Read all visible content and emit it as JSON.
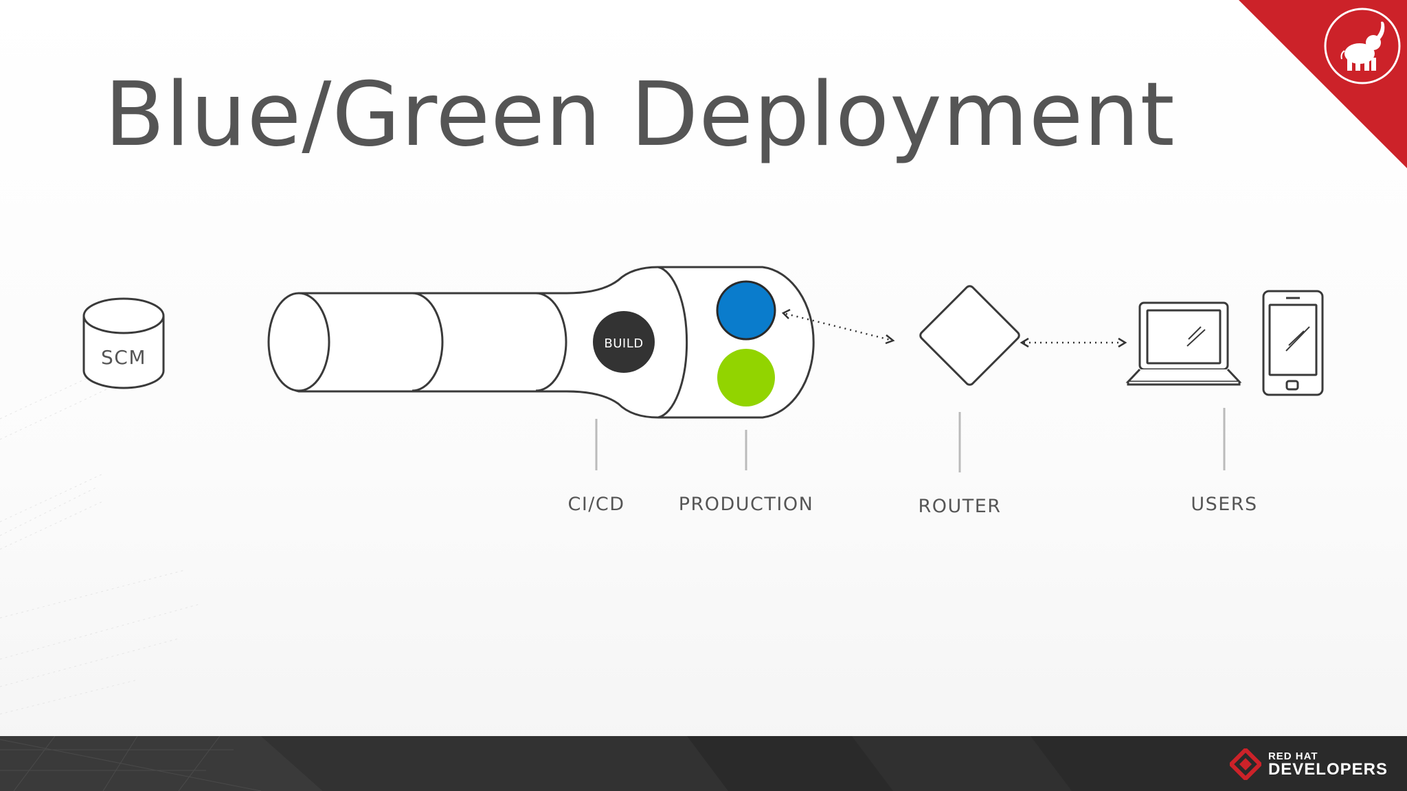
{
  "slide": {
    "title": "Blue/Green Deployment"
  },
  "diagram": {
    "scm_label": "SCM",
    "build_label": "BUILD",
    "labels": {
      "cicd": "CI/CD",
      "production": "PRODUCTION",
      "router": "ROUTER",
      "users": "USERS"
    },
    "colors": {
      "blue": "#0a7ccc",
      "green": "#92d400",
      "build": "#333333",
      "outline": "#3a3a3a",
      "accent_red": "#cc2229"
    }
  },
  "footer": {
    "brand_top": "RED HAT",
    "brand_bottom": "DEVELOPERS"
  },
  "icons": [
    "database-icon",
    "laptop-icon",
    "phone-icon",
    "diamond-router-icon",
    "elephant-logo-icon",
    "redhat-developers-logo-icon"
  ]
}
